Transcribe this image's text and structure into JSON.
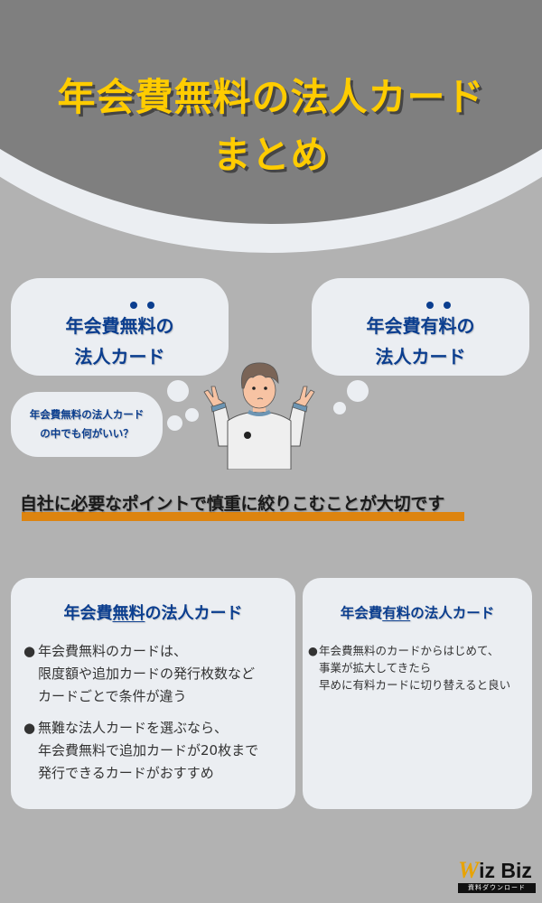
{
  "header": {
    "title_line1": "年会費無料の法人カード",
    "title_line2": "まとめ",
    "colors": {
      "title": "#ffcc00",
      "header_bg": "#7f7f7f",
      "band": "#ebeef2",
      "page_bg": "#b2b2b2"
    }
  },
  "bubbles": {
    "free": {
      "line1": "年会費無料の",
      "line2": "法人カード",
      "emphasis_dots_on": "無料"
    },
    "paid": {
      "line1": "年会費有料の",
      "line2": "法人カード",
      "emphasis_dots_on": "有料"
    },
    "question": {
      "line1": "年会費無料の法人カード",
      "line2": "の中でも何がいい？"
    }
  },
  "statement": {
    "text": "自社に必要なポイントで慎重に絞りこむことが大切です",
    "underline_color": "#dd840f"
  },
  "cards": {
    "free": {
      "title_prefix": "年会費",
      "title_emph": "無料",
      "title_suffix": "の法人カード",
      "items": [
        {
          "bullet": "●",
          "lines": [
            "年会費無料のカードは、",
            "限度額や追加カードの発行枚数など",
            "カードごとで条件が違う"
          ]
        },
        {
          "bullet": "●",
          "lines": [
            "無難な法人カードを選ぶなら、",
            "年会費無料で追加カードが20枚まで",
            "発行できるカードがおすすめ"
          ]
        }
      ]
    },
    "paid": {
      "title_prefix": "年会費",
      "title_emph": "有料",
      "title_suffix": "の法人カード",
      "items": [
        {
          "bullet": "●",
          "lines": [
            "年会費無料のカードからはじめて、",
            "事業が拡大してきたら",
            "早めに有料カードに切り替えると良い"
          ]
        }
      ]
    }
  },
  "logo": {
    "w": "W",
    "rest": "iz Biz",
    "sub": "資料ダウンロード"
  }
}
